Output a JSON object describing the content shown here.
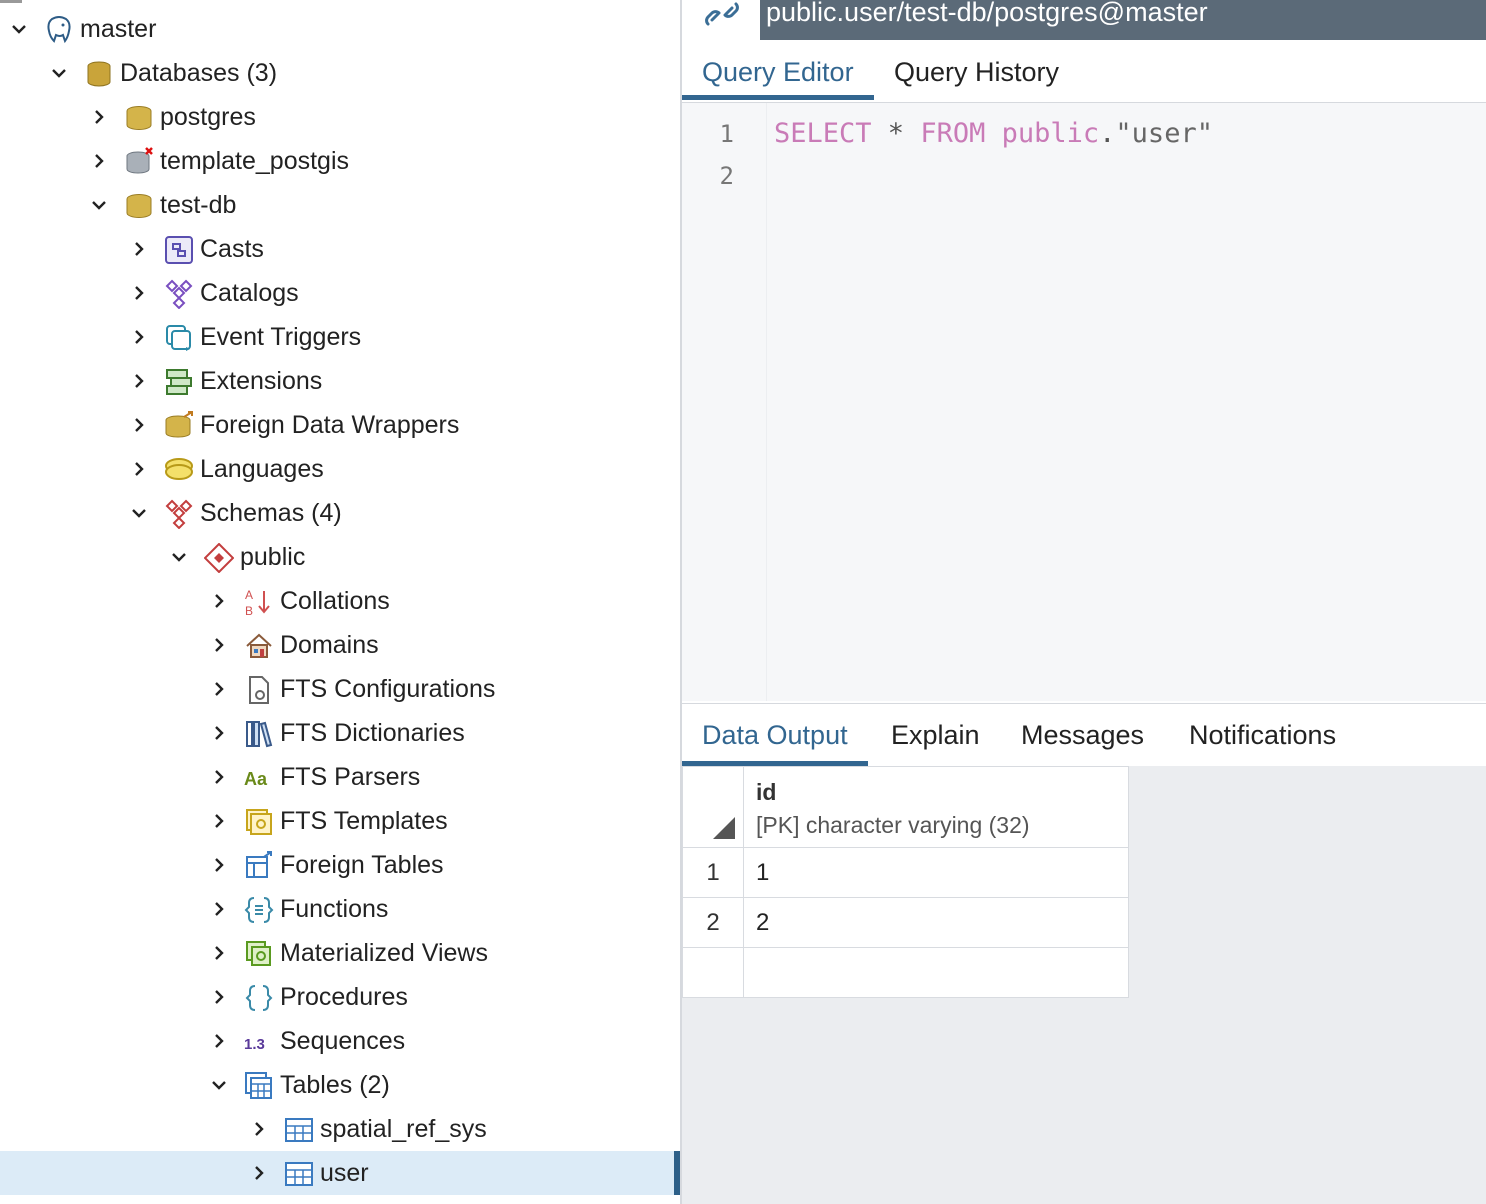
{
  "tree": [
    {
      "label": "master",
      "icon": "elephant-server-icon",
      "name": "tree-item-master",
      "expanded": true,
      "depth": 0
    },
    {
      "label": "Databases (3)",
      "icon": "databases-icon",
      "name": "tree-item-databases",
      "expanded": true,
      "depth": 1
    },
    {
      "label": "postgres",
      "icon": "database-icon",
      "name": "tree-item-postgres",
      "expanded": false,
      "depth": 2
    },
    {
      "label": "template_postgis",
      "icon": "database-disconnected-icon",
      "name": "tree-item-template-postgis",
      "expanded": false,
      "depth": 2
    },
    {
      "label": "test-db",
      "icon": "database-icon",
      "name": "tree-item-test-db",
      "expanded": true,
      "depth": 2
    },
    {
      "label": "Casts",
      "icon": "casts-icon",
      "name": "tree-item-casts",
      "expanded": false,
      "depth": 3
    },
    {
      "label": "Catalogs",
      "icon": "catalogs-icon",
      "name": "tree-item-catalogs",
      "expanded": false,
      "depth": 3
    },
    {
      "label": "Event Triggers",
      "icon": "event-triggers-icon",
      "name": "tree-item-event-triggers",
      "expanded": false,
      "depth": 3
    },
    {
      "label": "Extensions",
      "icon": "extensions-icon",
      "name": "tree-item-extensions",
      "expanded": false,
      "depth": 3
    },
    {
      "label": "Foreign Data Wrappers",
      "icon": "foreign-data-wrappers-icon",
      "name": "tree-item-foreign-data-wrappers",
      "expanded": false,
      "depth": 3
    },
    {
      "label": "Languages",
      "icon": "languages-icon",
      "name": "tree-item-languages",
      "expanded": false,
      "depth": 3
    },
    {
      "label": "Schemas (4)",
      "icon": "schemas-icon",
      "name": "tree-item-schemas",
      "expanded": true,
      "depth": 3
    },
    {
      "label": "public",
      "icon": "schema-icon",
      "name": "tree-item-public",
      "expanded": true,
      "depth": 4
    },
    {
      "label": "Collations",
      "icon": "collations-icon",
      "name": "tree-item-collations",
      "expanded": false,
      "depth": 5
    },
    {
      "label": "Domains",
      "icon": "domains-icon",
      "name": "tree-item-domains",
      "expanded": false,
      "depth": 5
    },
    {
      "label": "FTS Configurations",
      "icon": "fts-configurations-icon",
      "name": "tree-item-fts-configurations",
      "expanded": false,
      "depth": 5
    },
    {
      "label": "FTS Dictionaries",
      "icon": "fts-dictionaries-icon",
      "name": "tree-item-fts-dictionaries",
      "expanded": false,
      "depth": 5
    },
    {
      "label": "FTS Parsers",
      "icon": "fts-parsers-icon",
      "name": "tree-item-fts-parsers",
      "expanded": false,
      "depth": 5
    },
    {
      "label": "FTS Templates",
      "icon": "fts-templates-icon",
      "name": "tree-item-fts-templates",
      "expanded": false,
      "depth": 5
    },
    {
      "label": "Foreign Tables",
      "icon": "foreign-tables-icon",
      "name": "tree-item-foreign-tables",
      "expanded": false,
      "depth": 5
    },
    {
      "label": "Functions",
      "icon": "functions-icon",
      "name": "tree-item-functions",
      "expanded": false,
      "depth": 5
    },
    {
      "label": "Materialized Views",
      "icon": "materialized-views-icon",
      "name": "tree-item-materialized-views",
      "expanded": false,
      "depth": 5
    },
    {
      "label": "Procedures",
      "icon": "procedures-icon",
      "name": "tree-item-procedures",
      "expanded": false,
      "depth": 5
    },
    {
      "label": "Sequences",
      "icon": "sequences-icon",
      "name": "tree-item-sequences",
      "expanded": false,
      "depth": 5
    },
    {
      "label": "Tables (2)",
      "icon": "tables-icon",
      "name": "tree-item-tables",
      "expanded": true,
      "depth": 5
    },
    {
      "label": "spatial_ref_sys",
      "icon": "table-icon",
      "name": "tree-item-spatial-ref-sys",
      "expanded": false,
      "depth": 6
    },
    {
      "label": "user",
      "icon": "table-icon",
      "name": "tree-item-user",
      "expanded": false,
      "depth": 6,
      "selected": true
    }
  ],
  "connection": {
    "title": "public.user/test-db/postgres@master",
    "icon": "connection-link-icon"
  },
  "editor_tabs": [
    {
      "label": "Query Editor",
      "active": true,
      "name": "tab-query-editor"
    },
    {
      "label": "Query History",
      "active": false,
      "name": "tab-query-history"
    }
  ],
  "editor": {
    "line_numbers": [
      "1",
      "2"
    ],
    "code": {
      "kw1": "SELECT",
      "star": " * ",
      "kw2": "FROM",
      "ident": " public",
      "dot": ".",
      "str": "\"user\""
    }
  },
  "result_tabs": [
    {
      "label": "Data Output",
      "active": true,
      "name": "tab-data-output"
    },
    {
      "label": "Explain",
      "active": false,
      "name": "tab-explain"
    },
    {
      "label": "Messages",
      "active": false,
      "name": "tab-messages"
    },
    {
      "label": "Notifications",
      "active": false,
      "name": "tab-notifications"
    }
  ],
  "grid": {
    "column": {
      "name": "id",
      "type": "[PK] character varying (32)"
    },
    "rows": [
      {
        "num": "1",
        "id": "1"
      },
      {
        "num": "2",
        "id": "2"
      },
      {
        "num": "",
        "id": ""
      }
    ]
  },
  "colors": {
    "accent": "#326690",
    "selection": "#dcebf7",
    "conn_bar": "#5b6a78",
    "keyword": "#c97bb7"
  }
}
